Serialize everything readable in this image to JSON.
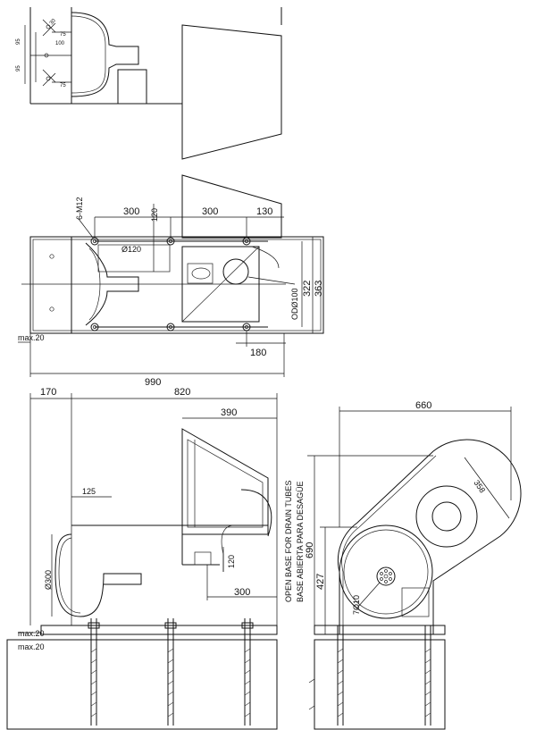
{
  "top_view": {
    "dims": [
      "95",
      "95",
      "100",
      "75",
      "75",
      "30"
    ]
  },
  "plan_view": {
    "bolt_label": "6-M12",
    "dims": {
      "d300_left": "300",
      "d120_top": "120",
      "d300_right": "300",
      "d130": "130",
      "hole": "Ø120",
      "outlet": "ODØ100",
      "d322": "322",
      "d363": "363",
      "d180": "180",
      "max20": "max.20",
      "d990": "990"
    }
  },
  "side_view": {
    "dims": {
      "d170": "170",
      "d820": "820",
      "d390": "390",
      "d125": "125",
      "d300_dia": "Ø300",
      "d120": "120",
      "d300": "300",
      "max20": "max.20"
    },
    "note_en": "OPEN BASE FOR DRAIN TUBES",
    "note_es": "BASE ABIERTA PARA DESAGÜE"
  },
  "end_view": {
    "dims": {
      "d660": "660",
      "d358": "358",
      "d690": "690",
      "d427": "427",
      "holes": "7Ø10"
    }
  }
}
